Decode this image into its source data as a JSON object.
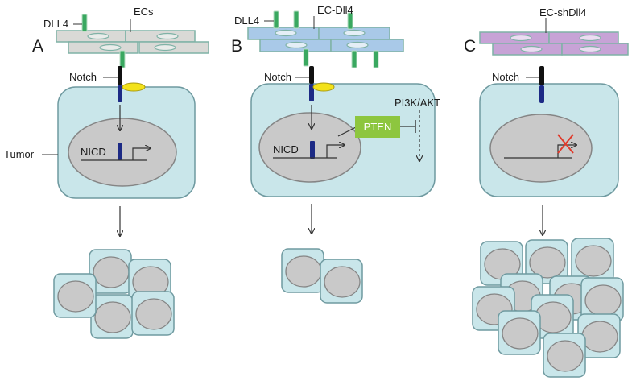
{
  "panels": [
    {
      "letter": "A",
      "ec_label": "ECs",
      "ligand_label": "DLL4",
      "receptor_label": "Notch",
      "nucleus_label": "NICD",
      "tumor_label": "Tumor"
    },
    {
      "letter": "B",
      "ec_label": "EC-Dll4",
      "ligand_label": "DLL4",
      "receptor_label": "Notch",
      "nucleus_label": "NICD",
      "pten_label": "PTEN",
      "pathway_label": "PI3K/AKT"
    },
    {
      "letter": "C",
      "ec_label": "EC-shDll4",
      "receptor_label": "Notch"
    }
  ],
  "colors": {
    "ec_grey": "#d9d9d6",
    "ec_blue": "#a9c9e8",
    "ec_purple": "#c7a3d6",
    "ec_border": "#7fb2a6",
    "dll4_green": "#3aa860",
    "cell_fill": "#c9e6ea",
    "cell_border": "#6f9aa0",
    "nucleus_fill": "#c9c9c9",
    "nucleus_border": "#858585",
    "notch_black": "#111111",
    "notch_blue": "#1c2a85",
    "ligand_yellow": "#f3e21b",
    "pten_green": "#8dc63f",
    "block_red": "#e0392a"
  }
}
